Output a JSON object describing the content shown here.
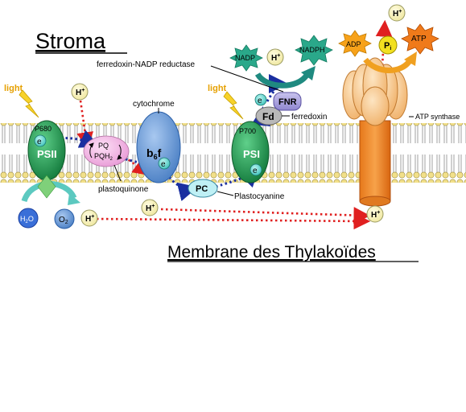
{
  "titles": {
    "stroma": "Stroma",
    "membrane": "Membrane  des Thylakoïdes"
  },
  "labels": {
    "light_left": "light",
    "light_right": "light",
    "p680": "P680",
    "psii": "PSII",
    "p700": "P700",
    "psi": "PSI",
    "pq": "PQ",
    "pqh2": "PQH",
    "pqh2_sub": "2",
    "plastoquinone": "plastoquinone",
    "cytochrome": "cytochrome",
    "b6f_b": "b",
    "b6f_sub": "6",
    "b6f_f": "f",
    "pc": "PC",
    "plastocyanine": "Plastocyanine",
    "fd": "Fd",
    "ferredoxin": "ferredoxin",
    "fnr": "FNR",
    "fnr_full": "ferredoxin-NADP reductase",
    "nadp": "NADP",
    "nadph": "NADPH",
    "adp": "ADP",
    "pi": "P",
    "pi_sub": "i",
    "atp": "ATP",
    "atp_synthase": "ATP synthase",
    "h2o": "H",
    "h2o_sub": "2",
    "h2o_end": "O",
    "o2": "O",
    "o2_sub": "2",
    "electron": "e",
    "electron_sup": "-",
    "proton": "H",
    "proton_sup": "+"
  },
  "colors": {
    "ps_green": "#1f9a4f",
    "cytochrome_blue": "#6f9fd8",
    "pq_pink": "#f3b8e8",
    "atp_orange": "#f59a2a",
    "atp_body": "#f7c48a",
    "membrane_yellow": "#f2e08a",
    "electron_path": "#1a2fa0",
    "proton_path": "#e02020",
    "nadph_green": "#2aa88a",
    "star_orange": "#f7a21a"
  }
}
